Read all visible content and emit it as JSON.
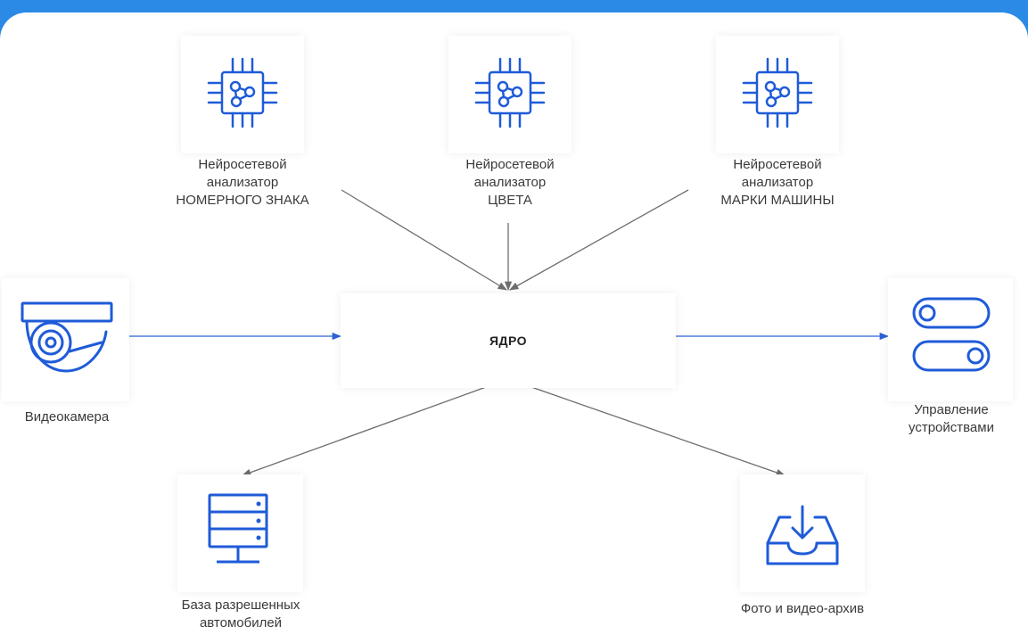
{
  "colors": {
    "frame_border": "#2a8ae6",
    "icon_blue": "#1f5bd8",
    "blue_arrow": "#2a63d6",
    "gray_arrow": "#6e6e6e"
  },
  "core": {
    "label": "ЯДРО"
  },
  "analyzers": [
    {
      "icon": "neural-chip-icon",
      "line1": "Нейросетевой",
      "line2": "анализатор",
      "line3": "НОМЕРНОГО ЗНАКА"
    },
    {
      "icon": "neural-chip-icon",
      "line1": "Нейросетевой",
      "line2": "анализатор",
      "line3": "ЦВЕТА"
    },
    {
      "icon": "neural-chip-icon",
      "line1": "Нейросетевой",
      "line2": "анализатор",
      "line3": "МАРКИ МАШИНЫ"
    }
  ],
  "camera": {
    "icon": "video-camera-icon",
    "label": "Видеокамера"
  },
  "devices": {
    "icon": "toggle-switches-icon",
    "line1": "Управление",
    "line2": "устройствами"
  },
  "database": {
    "icon": "server-database-icon",
    "line1": "База разрешенных",
    "line2": "автомобилей"
  },
  "archive": {
    "icon": "download-tray-icon",
    "label": "Фото и видео-архив"
  }
}
